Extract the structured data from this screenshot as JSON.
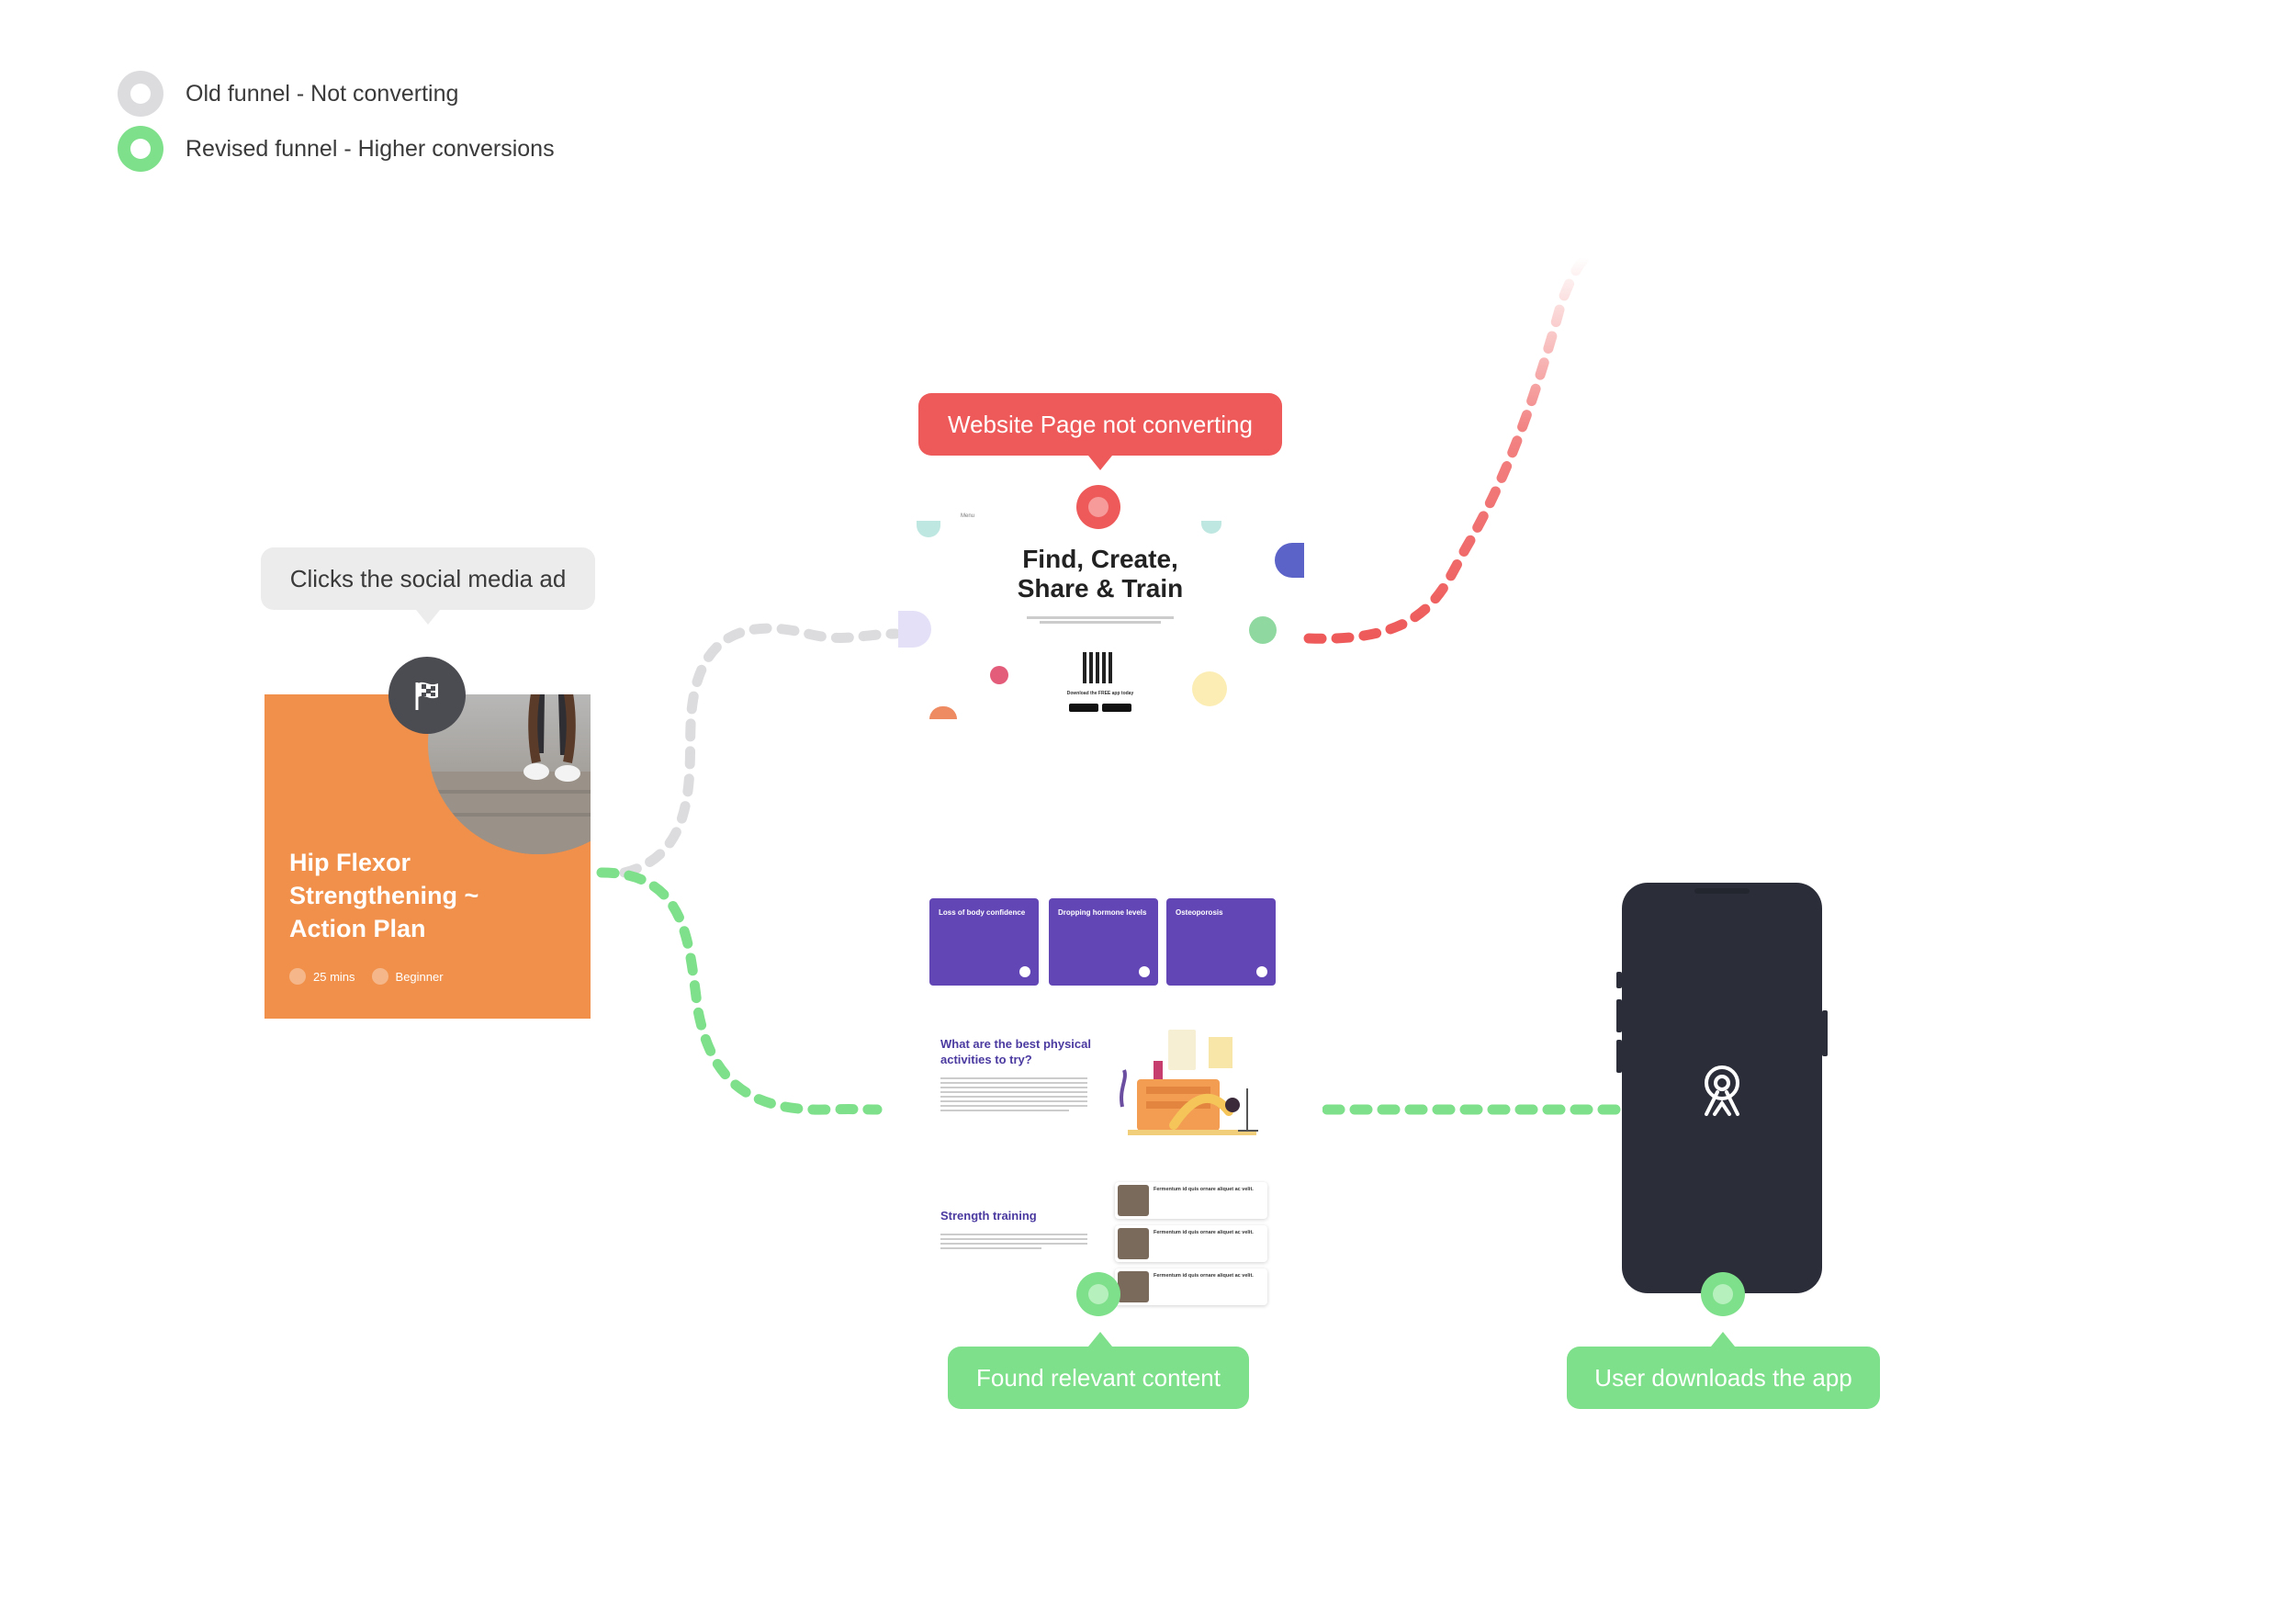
{
  "legend": {
    "items": [
      {
        "label": "Old funnel - Not converting",
        "color": "#dcdcdf"
      },
      {
        "label": "Revised funnel - Higher conversions",
        "color": "#7ee08a"
      }
    ]
  },
  "colors": {
    "green": "#7ee08a",
    "red": "#ee5a5a",
    "grey": "#e2e2e4",
    "dark": "#4b4b52",
    "orange": "#f0904a",
    "purple": "#6246b5"
  },
  "steps": {
    "ad_bubble": "Clicks the social media ad",
    "website_bubble": "Website Page not converting",
    "content_bubble": "Found relevant content",
    "app_bubble": "User downloads the app"
  },
  "ad": {
    "title": "Hip Flexor Strengthening ~ Action Plan",
    "duration": "25 mins",
    "level": "Beginner",
    "badge_icon": "flag-icon"
  },
  "website": {
    "menu": "Menu",
    "headline_1": "Find, Create,",
    "headline_2": "Share & Train",
    "download": "Download the FREE app today"
  },
  "content_page": {
    "tiles": [
      "Loss of body confidence",
      "Dropping hormone levels",
      "Osteoporosis"
    ],
    "section1_title": "What are the best physical activities to try?",
    "section2_title": "Strength training",
    "videos": [
      "Fermentum id quis ornare aliquet ac velit.",
      "Fermentum id quis ornare aliquet ac velit.",
      "Fermentum id quis ornare aliquet ac velit."
    ]
  },
  "phone": {
    "icon": "app-logo-icon"
  }
}
